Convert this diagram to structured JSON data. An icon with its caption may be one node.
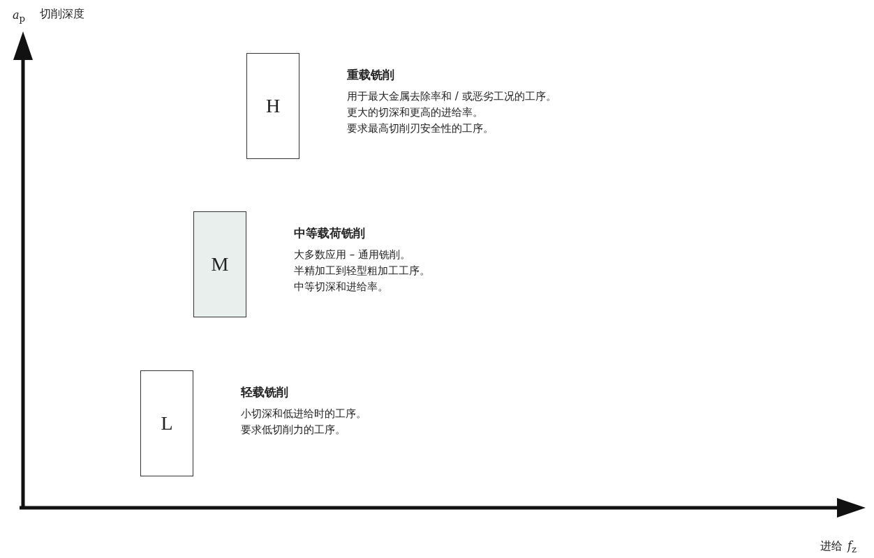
{
  "diagram": {
    "nodes": [
      {
        "text": [
          "H"
        ],
        "beside": [
          "重载铣削",
          "用于最大金属去除率和 / 或恶劣工况的工序。",
          "更大的切深和更高的进给率。",
          "要求最高切削刃安全性的工序。"
        ]
      },
      {
        "text": [
          "M"
        ],
        "beside": [
          "中等载荷铣削",
          "大多数应用 – 通用铣削。",
          "半精加工到轻型粗加工工序。",
          "中等切深和进给率。"
        ]
      },
      {
        "text": [
          "L"
        ],
        "beside": [
          "轻载铣削",
          "小切深和低进给时的工序。",
          "要求低切削力的工序。"
        ]
      }
    ],
    "edges": [],
    "labels": [
      "*a*$_{p}$",
      "切削深度",
      "进给",
      "*f*$_{z}$"
    ]
  }
}
